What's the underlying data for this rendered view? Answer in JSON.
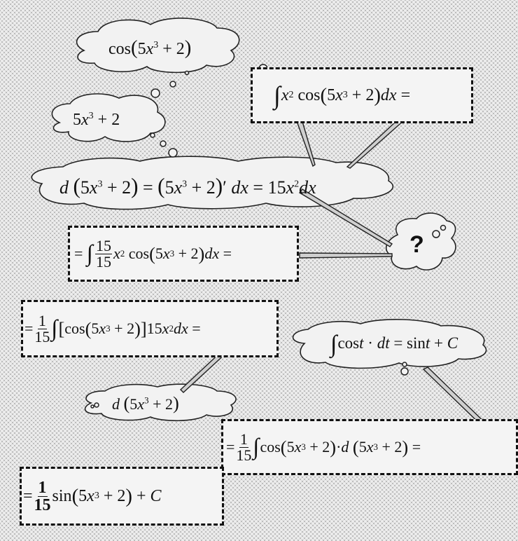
{
  "formulas": {
    "cloud_cos": "cos(5x³ + 2)",
    "cloud_inner": "5x³ + 2",
    "cloud_differential": "d(5x³ + 2) = (5x³ + 2)′ dx = 15x²dx",
    "question": "?",
    "cloud_table_integral": "∫cost · dt = sin t + C",
    "cloud_dsub": "d (5x³ + 2)",
    "box_integral": "∫x² cos(5x³ + 2)dx =",
    "box_step1": "= ∫ 15/15 x² cos(5x³ + 2)dx =",
    "box_step2": "= 1/15 ∫[cos(5x³ + 2)]15x²dx =",
    "box_step3": "= 1/15 ∫cos(5x³ + 2) · d (5x³ + 2) =",
    "box_result": "= 1/15 sin(5x³ + 2) + C"
  },
  "colors": {
    "background": "#bdbdbd",
    "panel": "#f4f4f4",
    "ink": "#111111"
  }
}
